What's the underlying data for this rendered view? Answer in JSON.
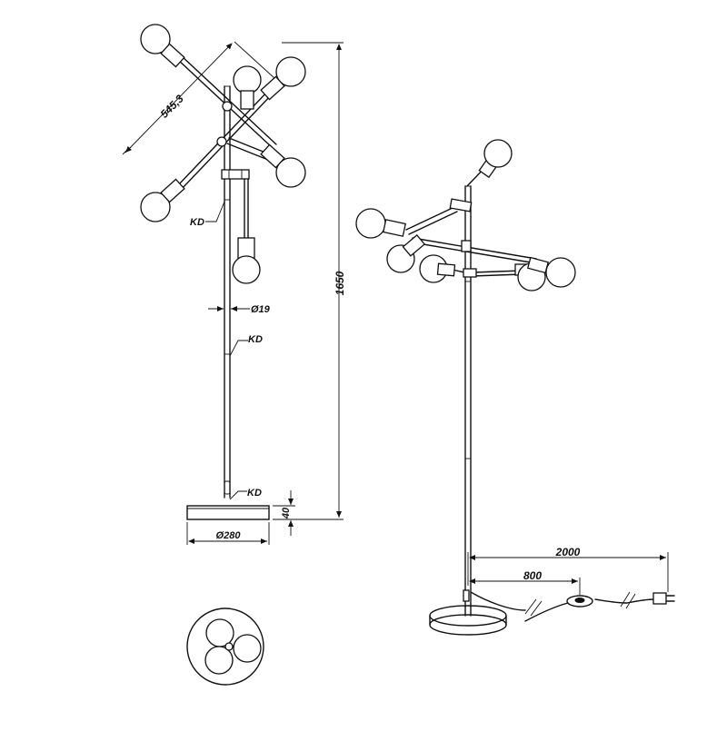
{
  "dimensions": {
    "arm_span": "545,3",
    "total_height": "1650",
    "pole_diameter": "Ø19",
    "base_diameter": "Ø280",
    "base_height": "40",
    "cable_length": "2000",
    "switch_distance": "800"
  },
  "callouts": {
    "knockdown_1": "KD",
    "knockdown_2": "KD",
    "knockdown_3": "KD"
  },
  "colors": {
    "line": "#111111",
    "background": "#ffffff"
  }
}
